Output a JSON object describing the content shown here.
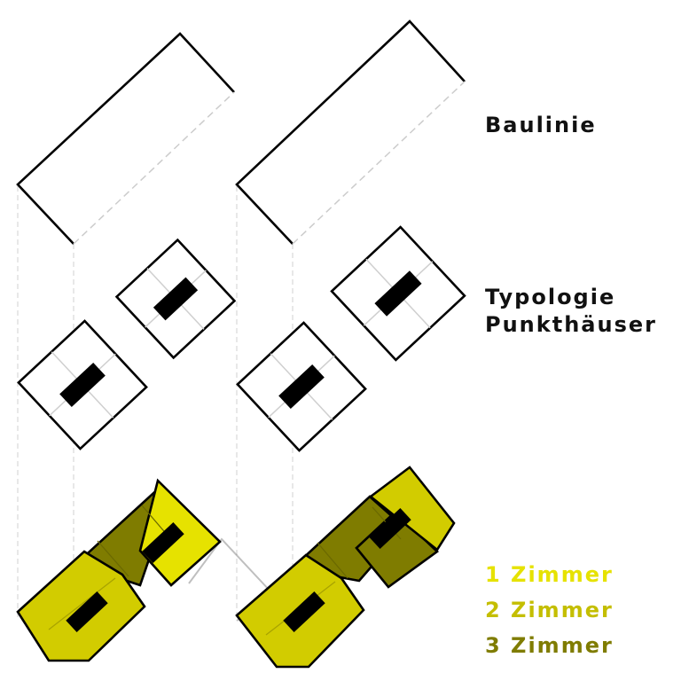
{
  "labels": {
    "baulinie": "Baulinie",
    "typologie_line1": "Typologie",
    "typologie_line2": "Punkthäuser"
  },
  "legend": [
    {
      "label": "1 Zimmer",
      "color": "#E6E200"
    },
    {
      "label": "2 Zimmer",
      "color": "#C4BE00"
    },
    {
      "label": "3 Zimmer",
      "color": "#7F7C00"
    }
  ],
  "colors": {
    "outline": "#000000",
    "guide_line": "#CFCFCF",
    "stair_core": "#000000",
    "room_1": "#E6E200",
    "room_2": "#D2CC00",
    "room_3": "#7F7C00"
  }
}
